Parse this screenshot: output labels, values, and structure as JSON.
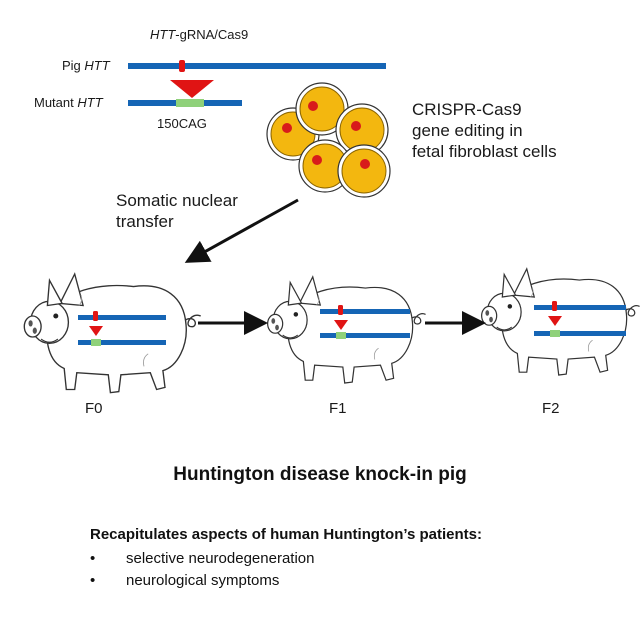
{
  "construct": {
    "gRNA_label_italic": "HTT",
    "gRNA_label_rest": "-gRNA/Cas9",
    "pig_label_prefix": "Pig ",
    "pig_label_italic": "HTT",
    "mutant_label_prefix": "Mutant ",
    "mutant_label_italic": "HTT",
    "insert_label": "150CAG"
  },
  "cells": {
    "caption": [
      "CRISPR-Cas9",
      "gene editing in",
      "fetal fibroblast cells"
    ]
  },
  "transfer": {
    "caption": [
      "Somatic nuclear",
      "transfer"
    ]
  },
  "generations": [
    "F0",
    "F1",
    "F2"
  ],
  "title": "Huntington disease knock-in pig",
  "summary": {
    "heading": "Recapitulates aspects of human Huntington’s patients:",
    "bullets": [
      "selective neurodegeneration",
      "neurological symptoms"
    ],
    "bullet_glyph": "•"
  },
  "colors": {
    "dna_blue": "#1565b5",
    "cut_red": "#e01414",
    "insert_green": "#8fd17a",
    "cell_yellow": "#f3b70f",
    "nucleus_red": "#d81b1b"
  }
}
